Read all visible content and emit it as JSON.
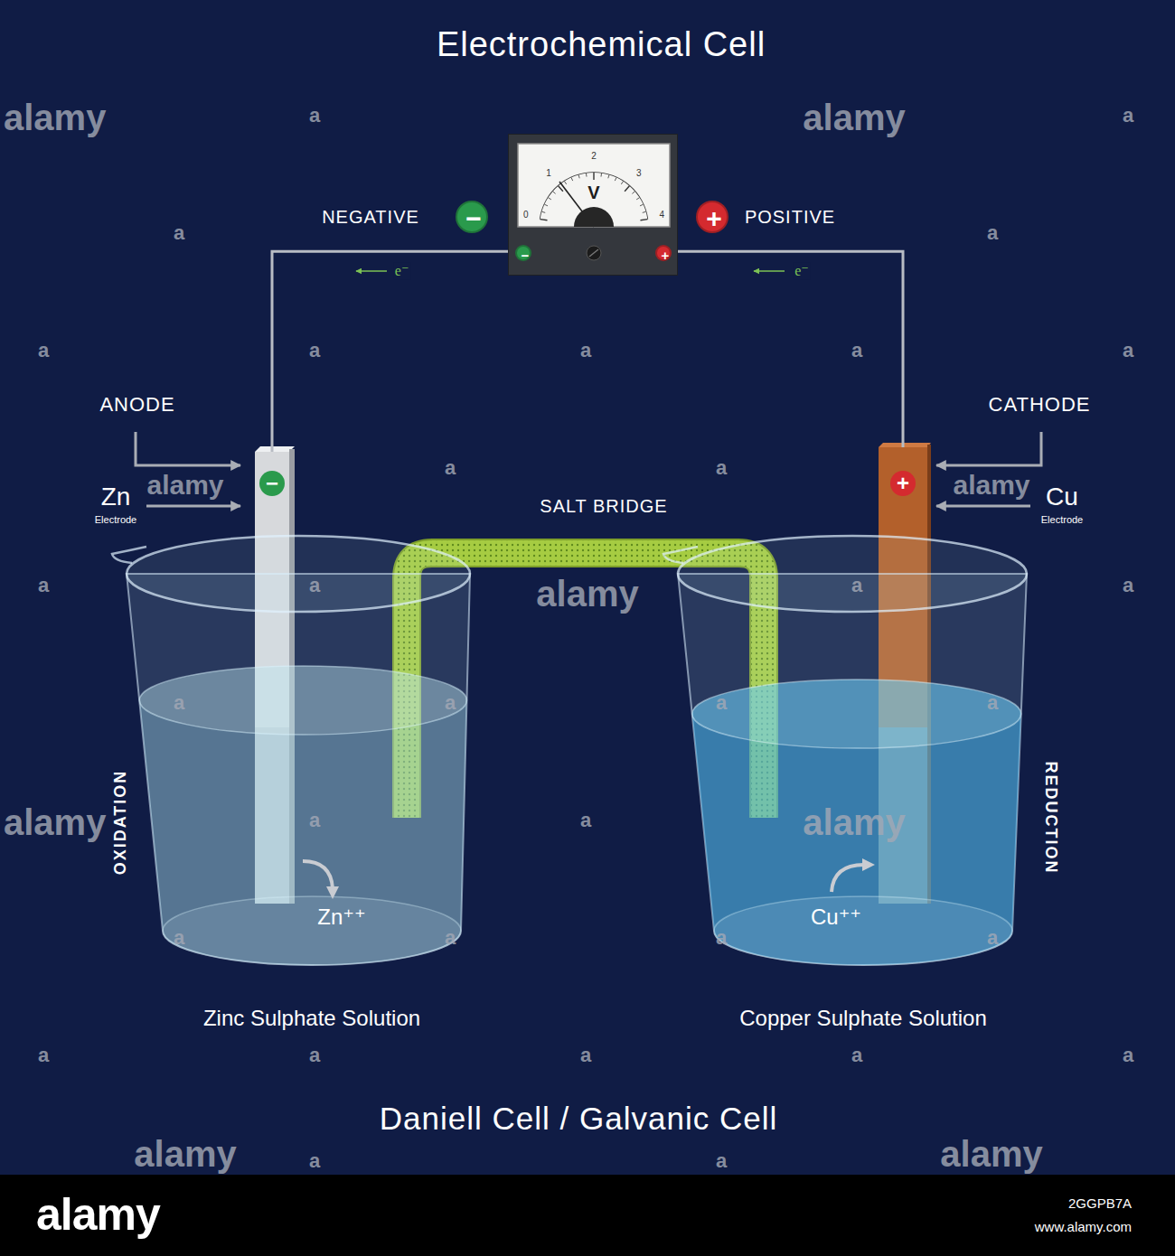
{
  "diagram": {
    "title": "Electrochemical Cell",
    "caption": "Daniell Cell / Galvanic Cell",
    "nodes": [
      {
        "text": [
          "V",
          "0",
          "1",
          "2",
          "3",
          "4"
        ]
      },
      {
        "text": [
          "−"
        ],
        "in": 0
      },
      {
        "text": [
          "+"
        ],
        "in": 0
      },
      {
        "text": [
          "−"
        ]
      },
      {
        "text": [
          "+"
        ]
      },
      {
        "text": [
          "−"
        ]
      },
      {
        "text": [
          "+"
        ]
      },
      {
        "text": [
          "Zn⁺⁺",
          "Zinc Sulphate Solution"
        ]
      },
      {
        "text": [
          "Cu⁺⁺",
          "Copper Sulphate Solution"
        ]
      }
    ],
    "edges": [
      {
        "from": 0,
        "to": 5,
        "arrow": "none",
        "label": "e⁻"
      },
      {
        "from": 0,
        "to": 6,
        "arrow": "none",
        "label": "e⁻"
      }
    ],
    "labels": [
      "NEGATIVE",
      "POSITIVE",
      "ANODE",
      "CATHODE",
      "Zn",
      "Electrode",
      "Cu",
      "Electrode",
      "SALT BRIDGE",
      "OXIDATION",
      "REDUCTION",
      "alamy",
      "alamy",
      "alamy",
      "alamy",
      "alamy",
      "alamy",
      "alamy",
      "alamy",
      "alamy",
      "a",
      "a",
      "a",
      "a",
      "a",
      "a",
      "a",
      "a",
      "a",
      "a",
      "a",
      "a",
      "a",
      "a",
      "a",
      "a",
      "a",
      "a",
      "a",
      "a",
      "a",
      "a",
      "a",
      "a",
      "a",
      "a",
      "a",
      "a",
      "a",
      "a",
      "a",
      "a",
      "alamy",
      "2GGPB7A",
      "www.alamy.com"
    ]
  }
}
